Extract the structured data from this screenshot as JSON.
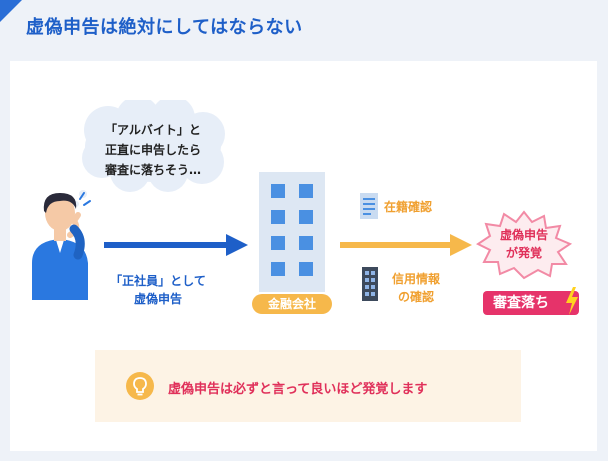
{
  "header": {
    "title": "虚偽申告は絶対にしてはならない"
  },
  "thought": {
    "lines": [
      "「アルバイト」と",
      "正直に申告したら",
      "審査に落ちそう…"
    ]
  },
  "applicant": {
    "lines": [
      "「正社員」として",
      "虚偽申告"
    ]
  },
  "company": {
    "label": "金融会社"
  },
  "checks": {
    "registration": "在籍確認",
    "credit": [
      "信用情報",
      "の確認"
    ]
  },
  "result": {
    "lines": [
      "虚偽申告",
      "が発覚"
    ],
    "badge": "審査落ち"
  },
  "note": {
    "text": "虚偽申告は必ずと言って良いほど発覚します"
  },
  "colors": {
    "brand_blue": "#1e5fc8",
    "orange": "#f6b84b",
    "pink": "#e6336a",
    "note_bg": "#fdf3e5"
  }
}
